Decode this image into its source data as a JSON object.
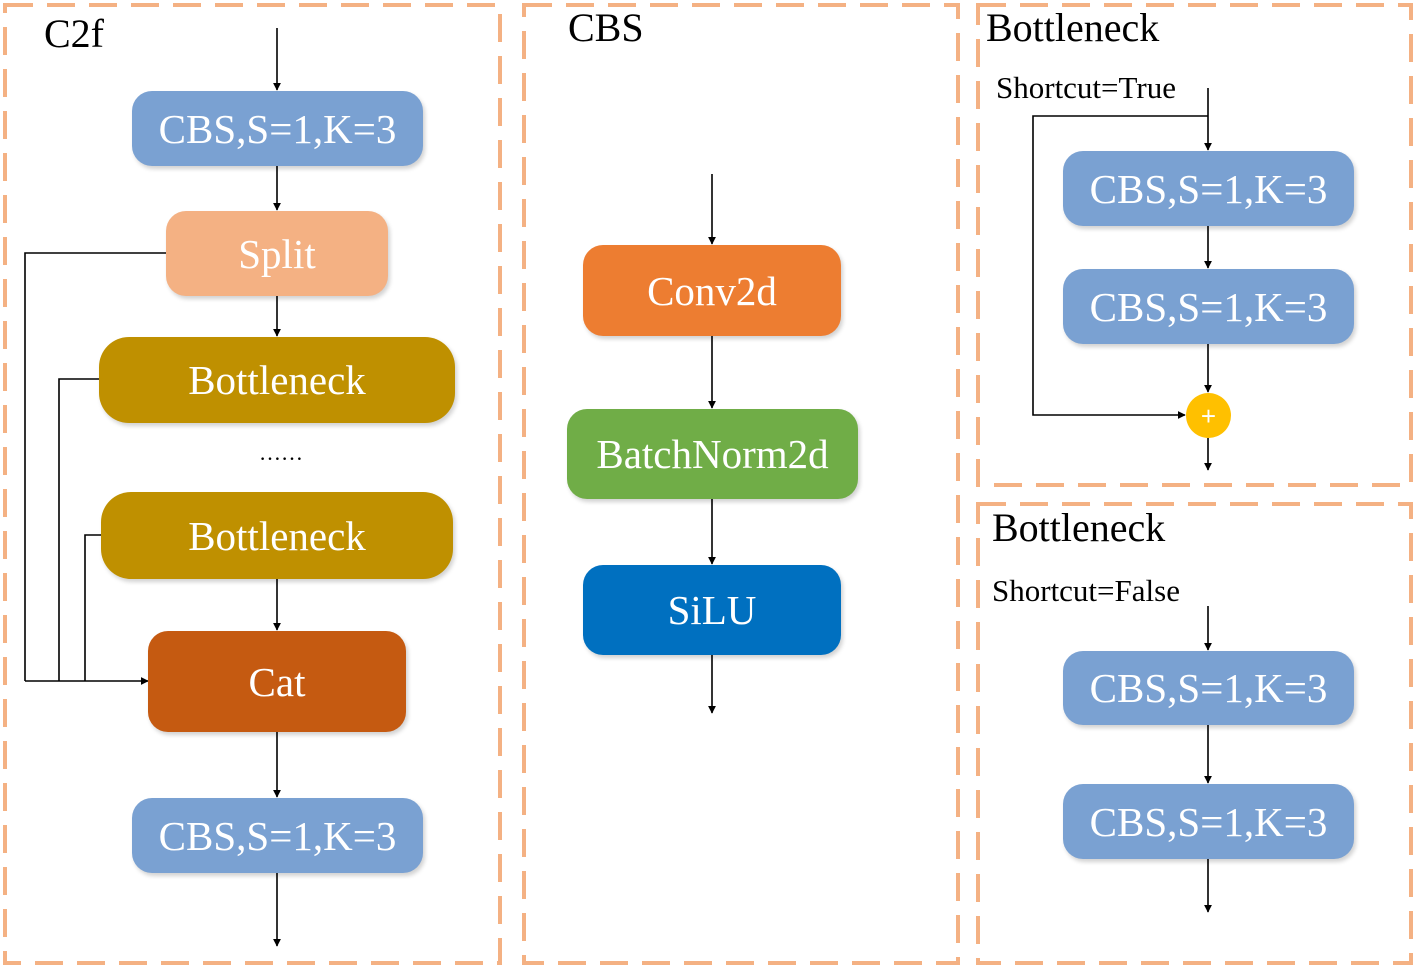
{
  "colors": {
    "cbs": "#7aa1d2",
    "split": "#f4b183",
    "bottleneck": "#bf9000",
    "cat": "#c55a11",
    "conv2d": "#ed7d31",
    "batchnorm": "#70ad47",
    "silu": "#0070c0",
    "add": "#ffc000",
    "panel_border": "#f4b183"
  },
  "c2f": {
    "title": "C2f",
    "cbs_top": "CBS,S=1,K=3",
    "split": "Split",
    "bottleneck_1": "Bottleneck",
    "ellipsis": "……",
    "bottleneck_n": "Bottleneck",
    "cat": "Cat",
    "cbs_bottom": "CBS,S=1,K=3"
  },
  "cbs": {
    "title": "CBS",
    "conv": "Conv2d",
    "bn": "BatchNorm2d",
    "act": "SiLU"
  },
  "bottleneck_true": {
    "title": "Bottleneck",
    "shortcut": "Shortcut=True",
    "cbs_1": "CBS,S=1,K=3",
    "cbs_2": "CBS,S=1,K=3",
    "add_symbol": "+",
    "add_icon": "plus-circle-icon"
  },
  "bottleneck_false": {
    "title": "Bottleneck",
    "shortcut": "Shortcut=False",
    "cbs_1": "CBS,S=1,K=3",
    "cbs_2": "CBS,S=1,K=3"
  }
}
